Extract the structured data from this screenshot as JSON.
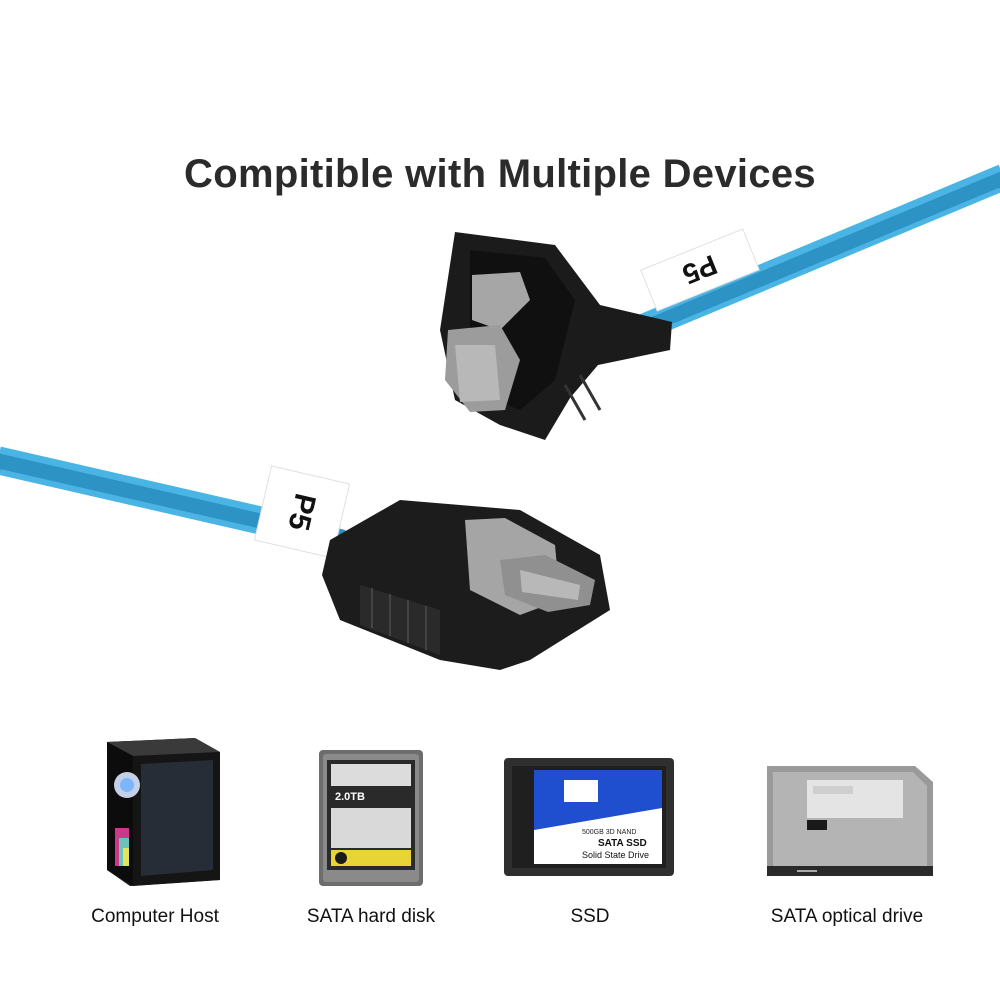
{
  "headline": "Compitible with Multiple Devices",
  "cable_label": "P5",
  "colors": {
    "cable": "#3aa6d8",
    "connector": "#1a1a1a",
    "latch": "#9a9a9a"
  },
  "devices": [
    {
      "label": "Computer Host",
      "icon": "pc-case-icon"
    },
    {
      "label": "SATA hard disk",
      "icon": "hard-disk-icon",
      "drive_text": "2.0TB"
    },
    {
      "label": "SSD",
      "icon": "ssd-icon",
      "drive_text": [
        "500GB 3D NAND",
        "SATA SSD",
        "Solid State Drive"
      ]
    },
    {
      "label": "SATA optical drive",
      "icon": "optical-drive-icon"
    }
  ]
}
